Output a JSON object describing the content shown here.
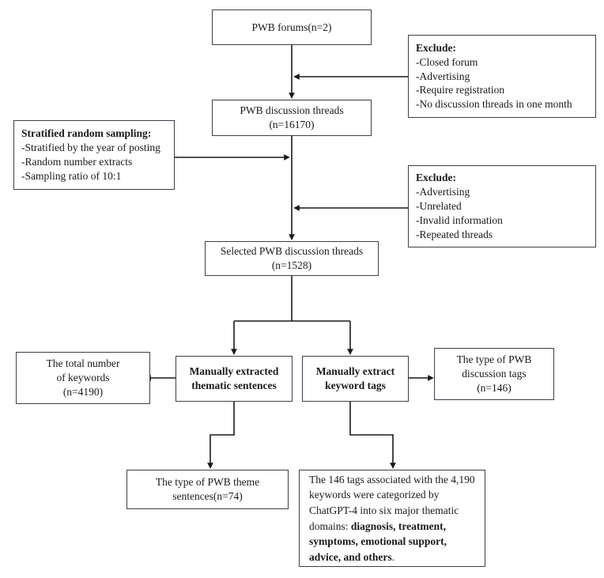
{
  "diagram": {
    "title": "PWB discussion thread selection and thematic analysis flowchart",
    "stroke_color": "#3c4049",
    "background_color": "#ffffff",
    "nodes": {
      "pwb_forums": {
        "lines": [
          "PWB forums(n=2)"
        ]
      },
      "exclude_one": {
        "heading": "Exclude:",
        "items": [
          "-Closed forum",
          "-Advertising",
          "-Require registration",
          "-No discussion threads in one month"
        ]
      },
      "pwb_threads": {
        "lines": [
          "PWB discussion threads",
          "(n=16170)"
        ]
      },
      "stratified_sampling": {
        "heading": "Stratified random sampling:",
        "items": [
          "-Stratified by the year of posting",
          "-Random number extracts",
          "-Sampling ratio of 10:1"
        ]
      },
      "exclude_two": {
        "heading": "Exclude:",
        "items": [
          "-Advertising",
          "-Unrelated",
          "-Invalid information",
          "-Repeated threads"
        ]
      },
      "selected_threads": {
        "lines": [
          "Selected PWB discussion threads",
          "(n=1528)"
        ]
      },
      "total_keywords": {
        "lines": [
          "The total number",
          "of keywords",
          "(n=4190)"
        ]
      },
      "thematic_sentences": {
        "lines": [
          "Manually extracted",
          "thematic sentences"
        ]
      },
      "keyword_tags": {
        "lines": [
          "Manually extract",
          "keyword tags"
        ]
      },
      "discussion_tags": {
        "lines": [
          "The type of PWB",
          "discussion tags",
          "(n=146)"
        ]
      },
      "theme_sentences": {
        "lines": [
          "The type of PWB theme",
          "sentences(n=74)"
        ]
      },
      "chatgpt_summary": {
        "text_plain_1": "The 146 tags associated with the 4,190 keywords were categorized by ChatGPT-4 into six major thematic domains: ",
        "text_bold": "diagnosis, treatment, symptoms, emotional support, advice, and others",
        "text_plain_2": "."
      }
    }
  }
}
